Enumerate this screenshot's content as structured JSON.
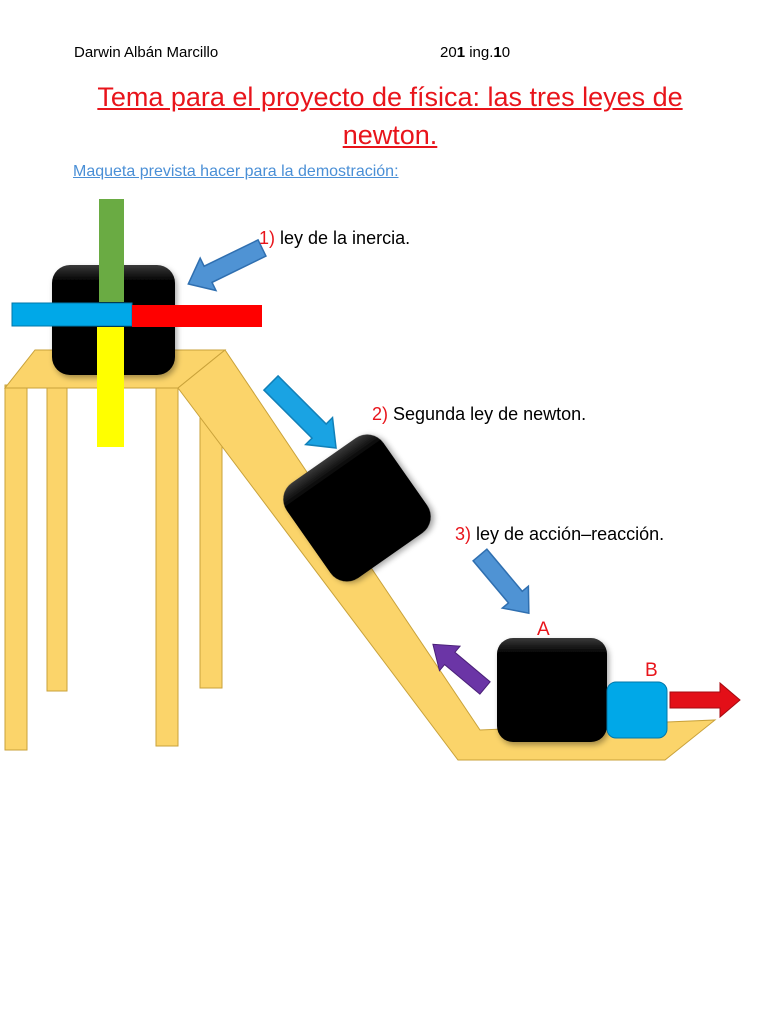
{
  "header": {
    "author": "Darwin Albán Marcillo",
    "course_prefix": "20",
    "course_bold1": "1",
    "course_mid": " ing.",
    "course_bold2": "1",
    "course_suffix": "0"
  },
  "title": "Tema para el proyecto de física: las tres leyes de newton.",
  "subtitle": "Maqueta prevista hacer para la demostración:",
  "laws": [
    {
      "number": "1)",
      "text": " ley de la inercia."
    },
    {
      "number": "2)",
      "text": " Segunda ley de newton."
    },
    {
      "number": "3)",
      "text": " ley de acción–reacción."
    }
  ],
  "labels": {
    "a": "A",
    "b": "B"
  },
  "colors": {
    "title_red": "#e8141b",
    "subtitle_blue": "#4a8fd6",
    "table_yellow": "#fbd46a",
    "table_outline": "#c9a23a",
    "block_black": "#000000",
    "arrow_blue": "#4f93d4",
    "arrow_cyan": "#1aa3e3",
    "arrow_purple": "#6b35a6",
    "arrow_red": "#e30f18",
    "bar_green": "#6aab43",
    "bar_yellow": "#ffff00",
    "bar_cyan": "#00a8e8",
    "bar_red": "#ff0000"
  },
  "icons": [
    "arrow-icon",
    "force-arrow-icon"
  ]
}
